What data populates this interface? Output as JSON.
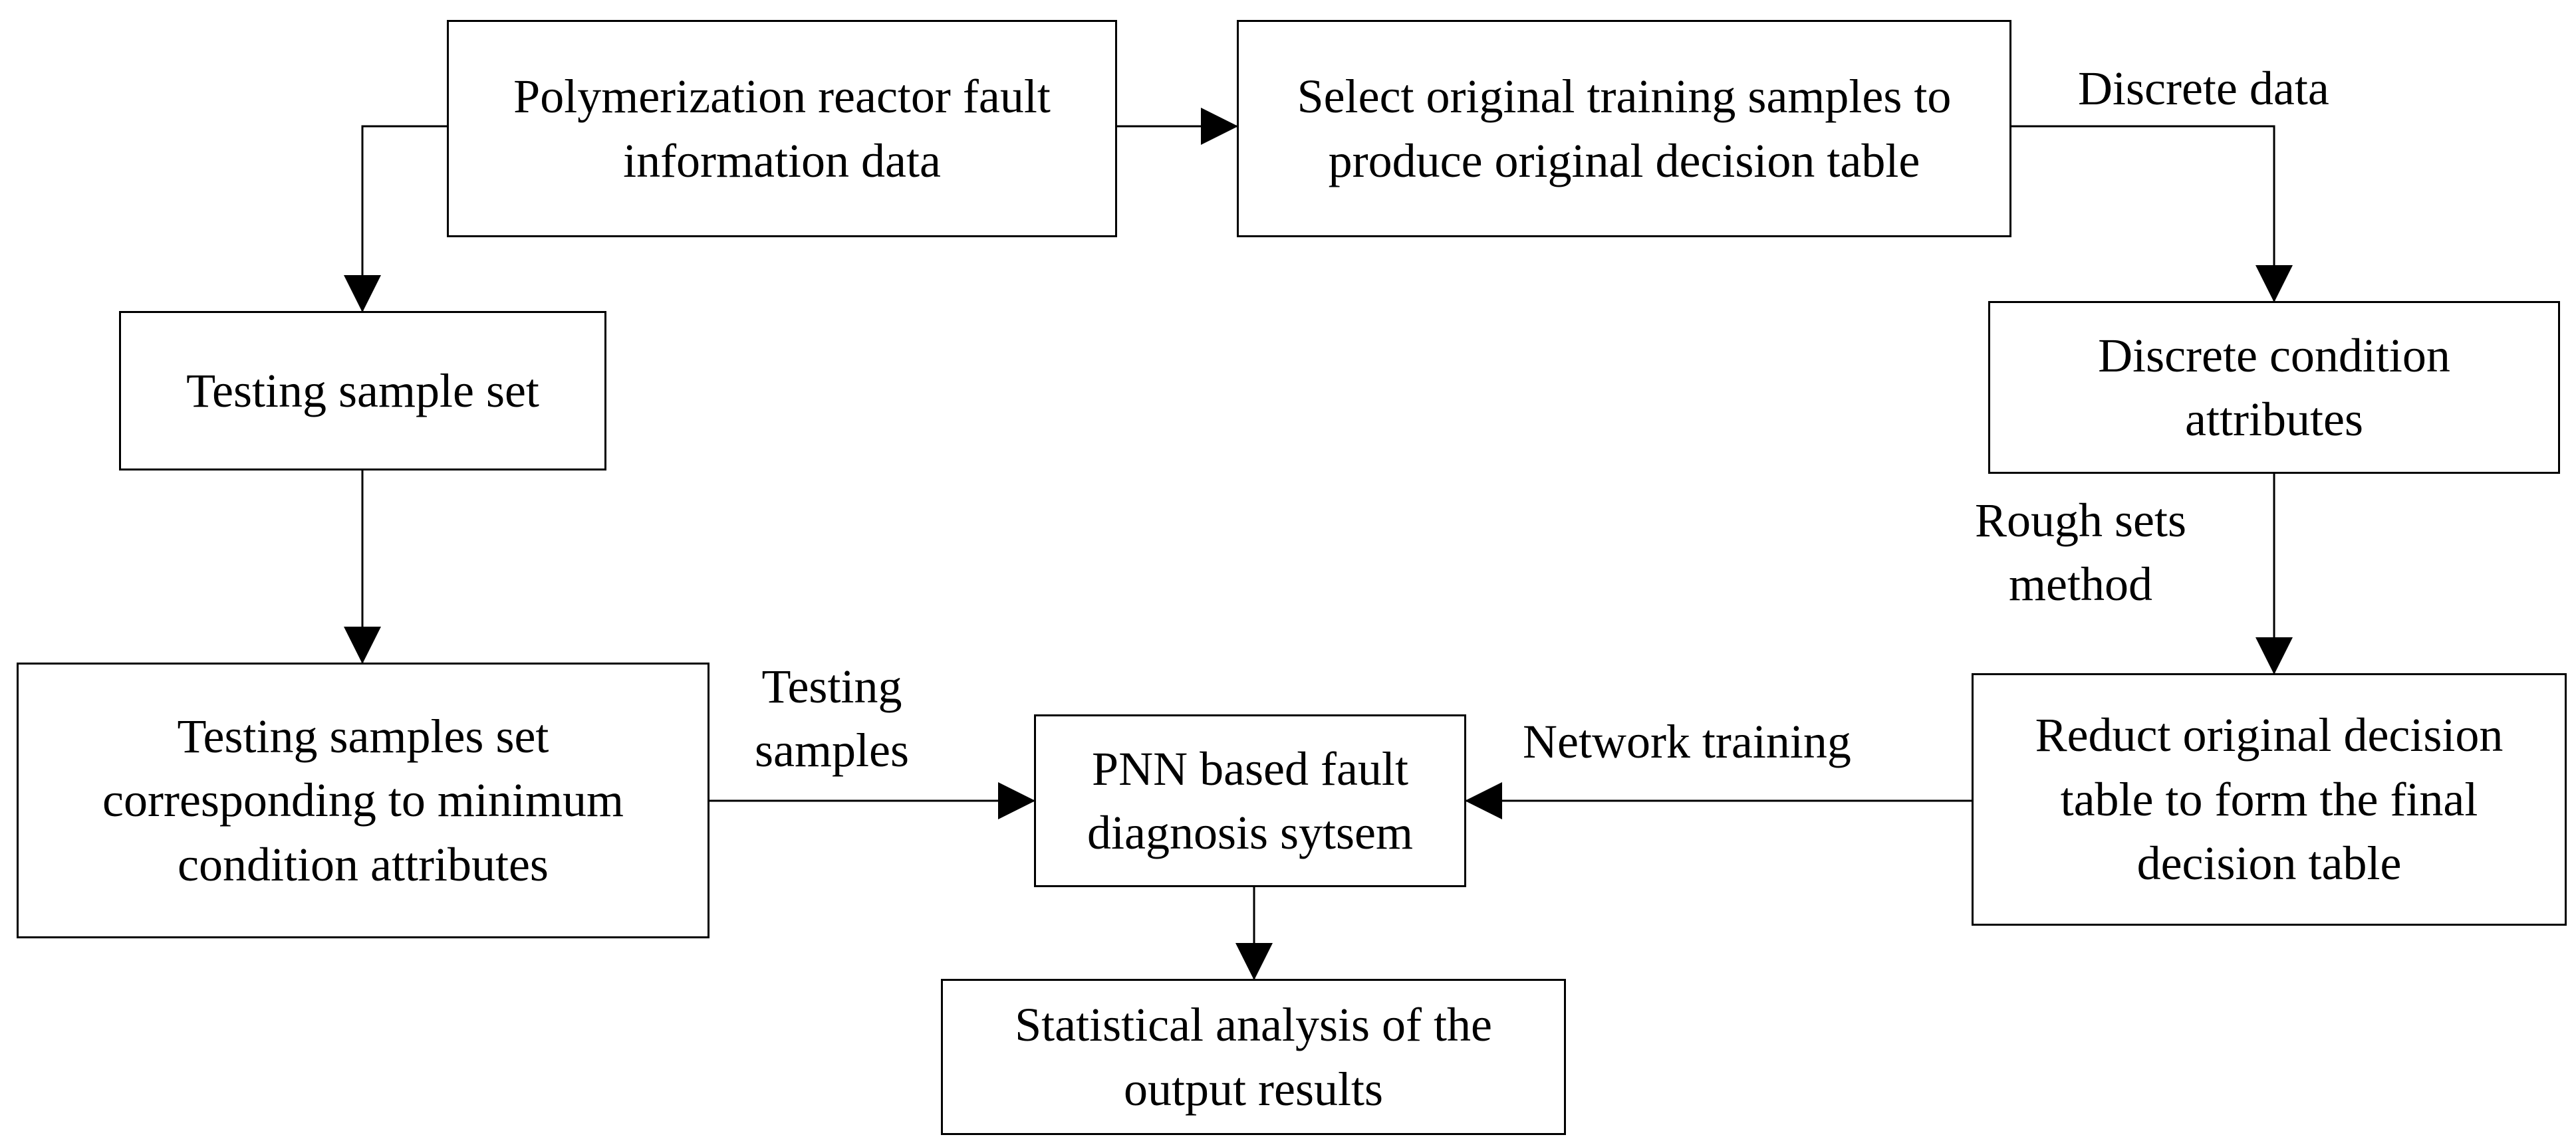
{
  "nodes": {
    "reactor_data": "Polymerization reactor fault information data",
    "select_samples": "Select original training samples to produce original decision table",
    "testing_set": "Testing sample set",
    "discrete_attributes": "Discrete condition attributes",
    "testing_min": "Testing samples set corresponding to minimum condition attributes",
    "pnn_system": "PNN based fault diagnosis sytsem",
    "reduct_table": "Reduct original decision table to form the final decision table",
    "statistical_analysis": "Statistical analysis of the output results"
  },
  "edge_labels": {
    "discrete_data": "Discrete data",
    "rough_sets_line1": "Rough sets",
    "rough_sets_line2": "method",
    "testing_samples_line1": "Testing",
    "testing_samples_line2": "samples",
    "network_training": "Network training"
  },
  "colors": {
    "stroke": "#000000",
    "background": "#ffffff"
  }
}
